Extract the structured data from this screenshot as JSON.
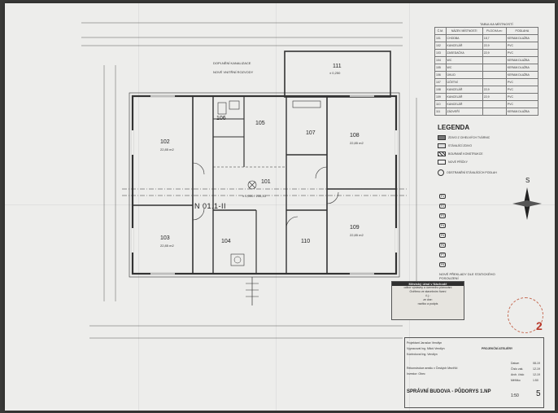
{
  "plan": {
    "title": "N 01.1-II",
    "rooms": [
      {
        "num": "102",
        "area": "22,85 m2"
      },
      {
        "num": "103",
        "area": "22,85 m2"
      },
      {
        "num": "104",
        "area": ""
      },
      {
        "num": "105",
        "area": ""
      },
      {
        "num": "106",
        "area": ""
      },
      {
        "num": "107",
        "area": ""
      },
      {
        "num": "108",
        "area": "22,85 m2"
      },
      {
        "num": "109",
        "area": "22,85 m2"
      },
      {
        "num": "110",
        "area": ""
      },
      {
        "num": "111",
        "area": "± 0,250"
      },
      {
        "num": "101",
        "area": "± 0,000 / 235,33"
      }
    ],
    "notes": [
      "DOPLNĚNÍ KANALIZACE",
      "NOVÉ VNITŘNÍ ROZVODY"
    ]
  },
  "room_table": {
    "caption": "TABULKA MÍSTNOSTÍ",
    "headers": [
      "Č.M.",
      "NÁZEV MÍSTNOSTI",
      "PLOCHA m²",
      "PODLAHA"
    ],
    "rows": [
      [
        "101",
        "CHODBA",
        "18,7",
        "KERAM.DLAŽBA"
      ],
      [
        "102",
        "KANCELÁŘ",
        "22,9",
        "PVC"
      ],
      [
        "103",
        "ZASEDAČKA",
        "22,9",
        "PVC"
      ],
      [
        "104",
        "WC",
        "",
        "KERAM.DLAŽBA"
      ],
      [
        "105",
        "WC",
        "",
        "KERAM.DLAŽBA"
      ],
      [
        "106",
        "ÚKLID",
        "",
        "KERAM.DLAŽBA"
      ],
      [
        "107",
        "ÚČETNÍ",
        "",
        "PVC"
      ],
      [
        "108",
        "KANCELÁŘ",
        "22,9",
        "PVC"
      ],
      [
        "109",
        "KANCELÁŘ",
        "22,9",
        "PVC"
      ],
      [
        "110",
        "KANCELÁŘ",
        "",
        "PVC"
      ],
      [
        "111",
        "ZÁDVEŘÍ",
        "",
        "KERAM.DLAŽBA"
      ]
    ]
  },
  "legend": {
    "title": "LEGENDA",
    "items": [
      "ZDIVO Z CIHELNÝCH TVÁRNIC",
      "STÁVAJÍCÍ ZDIVO",
      "BOURANÉ KONSTRUKCE",
      "NOVÉ PŘÍČKY",
      "ODSTRANĚNÍ STÁVAJÍCÍCH PODLAH"
    ],
    "lintels": [
      "P1",
      "P2",
      "P3",
      "P4",
      "P5",
      "P6",
      "P7",
      "P8"
    ],
    "lintel_note": "NOVÉ PŘEKLADY DLE STATICKÉHO POSOUZENÍ"
  },
  "north_label": "S",
  "stamp": {
    "header": "Městský úřad v Náchodě",
    "lines": [
      "odbor výstavby a územního plánování",
      "Ověřeno ve stavebním řízení",
      "č.j.:",
      "ze dne:",
      "razítko a podpis"
    ]
  },
  "titleblock": {
    "rows": [
      "Projektant Jaroslav Vendlyn",
      "Vypracoval Ing. Miloš Vendlyn",
      "Kontroloval Ing. Vendlyn"
    ],
    "firm": "PROJEKČNÍ ATELIÉRY",
    "project": "Rekonstrukce areálu v Českých Meziříčí",
    "investor": "Investor: Obec",
    "drawing": "SPRÁVNÍ BUDOVA - PŮDORYS 1.NP",
    "scale": "1:50",
    "sheet": "5",
    "fields": [
      [
        "Datum",
        "08-19"
      ],
      [
        "Číslo zak.",
        "12-19"
      ],
      [
        "Arch. číslo",
        "12-19"
      ],
      [
        "Měřítko",
        "1:50"
      ]
    ],
    "red_number": "2"
  }
}
